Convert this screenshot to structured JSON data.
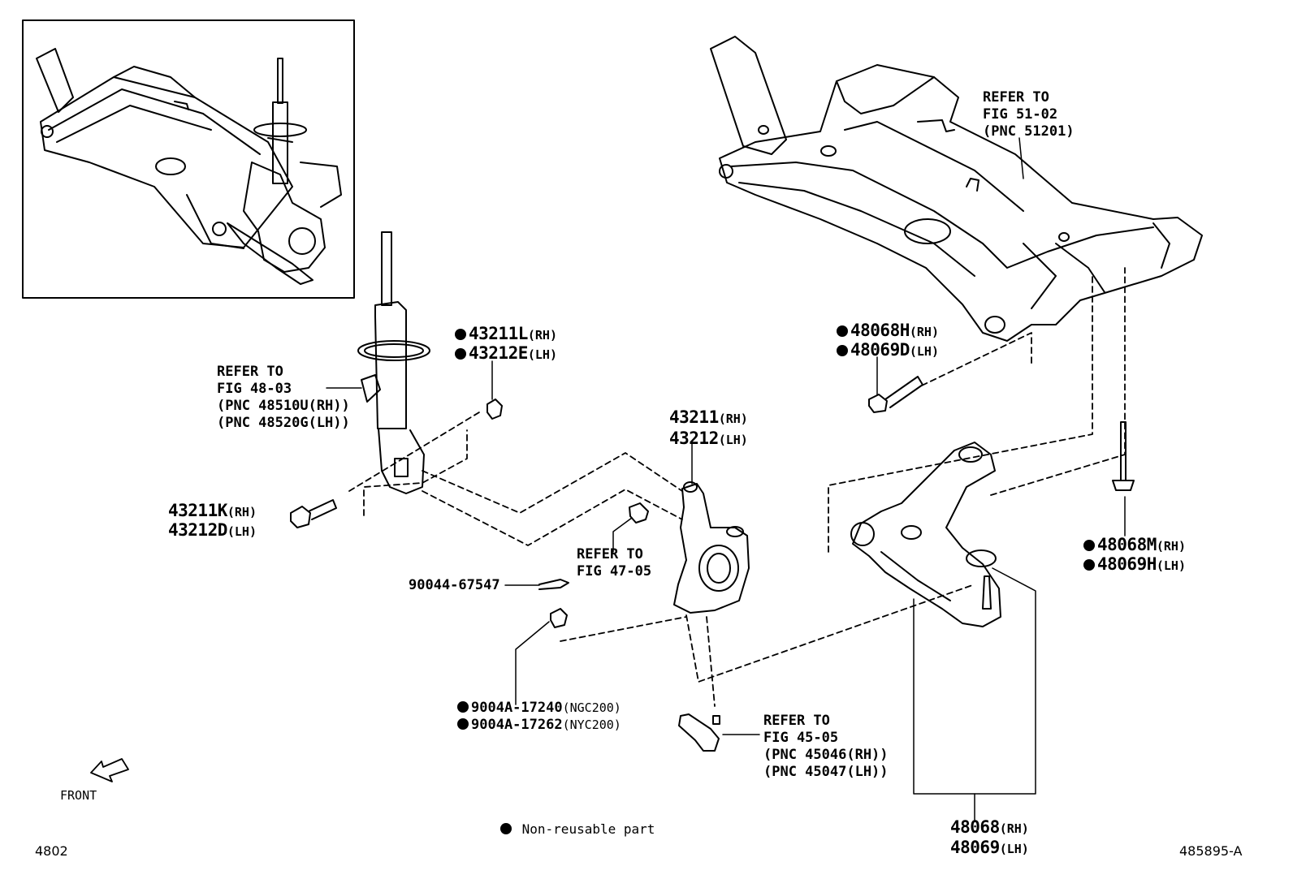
{
  "refs": {
    "frame": [
      "REFER TO",
      "FIG 51-02",
      "(PNC 51201)"
    ],
    "strut": [
      "REFER TO",
      "FIG 48-03",
      "(PNC 48510U(RH))",
      "(PNC 48520G(LH))"
    ],
    "bolt": [
      "REFER TO",
      "FIG 47-05"
    ],
    "tie_rod": [
      "REFER TO",
      "FIG 45-05",
      "(PNC 45046(RH))",
      "(PNC 45047(LH))"
    ]
  },
  "parts": {
    "p43211L": {
      "num": "43211L",
      "side": "(RH)"
    },
    "p43212E": {
      "num": "43212E",
      "side": "(LH)"
    },
    "p48068H": {
      "num": "48068H",
      "side": "(RH)"
    },
    "p48069D": {
      "num": "48069D",
      "side": "(LH)"
    },
    "p43211": {
      "num": "43211",
      "side": "(RH)"
    },
    "p43212": {
      "num": "43212",
      "side": "(LH)"
    },
    "p43211K": {
      "num": "43211K",
      "side": "(RH)"
    },
    "p43212D": {
      "num": "43212D",
      "side": "(LH)"
    },
    "p48068M": {
      "num": "48068M",
      "side": "(RH)"
    },
    "p48069H": {
      "num": "48069H",
      "side": "(LH)"
    },
    "p90044": {
      "num": "90044-67547"
    },
    "p9004A_1": {
      "num": "9004A-17240",
      "side": "(NGC200)"
    },
    "p9004A_2": {
      "num": "9004A-17262",
      "side": "(NYC200)"
    },
    "p48068": {
      "num": "48068",
      "side": "(RH)"
    },
    "p48069": {
      "num": "48069",
      "side": "(LH)"
    }
  },
  "legend": {
    "text": "Non-reusable part"
  },
  "front": "FRONT",
  "page_code": "4802",
  "illustration_id": "485895-A"
}
